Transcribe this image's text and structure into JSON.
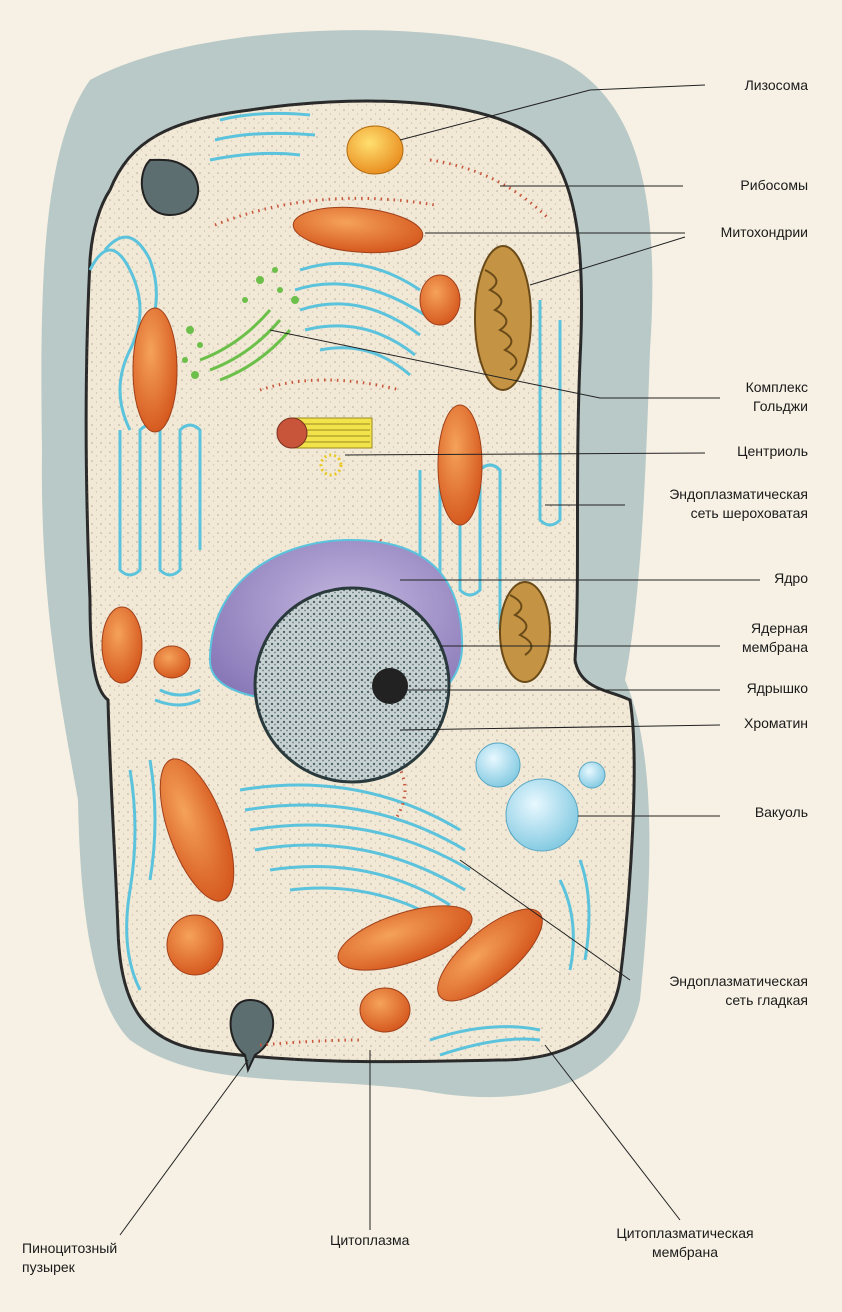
{
  "labels": {
    "lysosome": "Лизосома",
    "ribosomes": "Рибосомы",
    "mitochondria": "Митохондрии",
    "golgi_1": "Комплекс",
    "golgi_2": "Гольджи",
    "centriole": "Центриоль",
    "rough_er_1": "Эндоплазматическая",
    "rough_er_2": "сеть шероховатая",
    "nucleus": "Ядро",
    "nuclear_membrane_1": "Ядерная",
    "nuclear_membrane_2": "мембрана",
    "nucleolus": "Ядрышко",
    "chromatin": "Хроматин",
    "vacuole": "Вакуоль",
    "smooth_er_1": "Эндоплазматическая",
    "smooth_er_2": "сеть гладкая",
    "pinocytic_1": "Пиноцитозный",
    "pinocytic_2": "пузырек",
    "cytoplasm": "Цитоплазма",
    "cell_membrane_1": "Цитоплазматическая",
    "cell_membrane_2": "мембрана"
  },
  "colors": {
    "background": "#f6f1e4",
    "outer_cell": "#b9c9c8",
    "cytoplasm": "#f1e8d6",
    "organelle_orange": "#e2682a",
    "mitochondrion_brown": "#b98a3c",
    "nucleus_envelope": "#9d8ec4",
    "er": "#5bc3dc",
    "golgi": "#6cc04a",
    "vacuole": "#9fd9ec"
  }
}
